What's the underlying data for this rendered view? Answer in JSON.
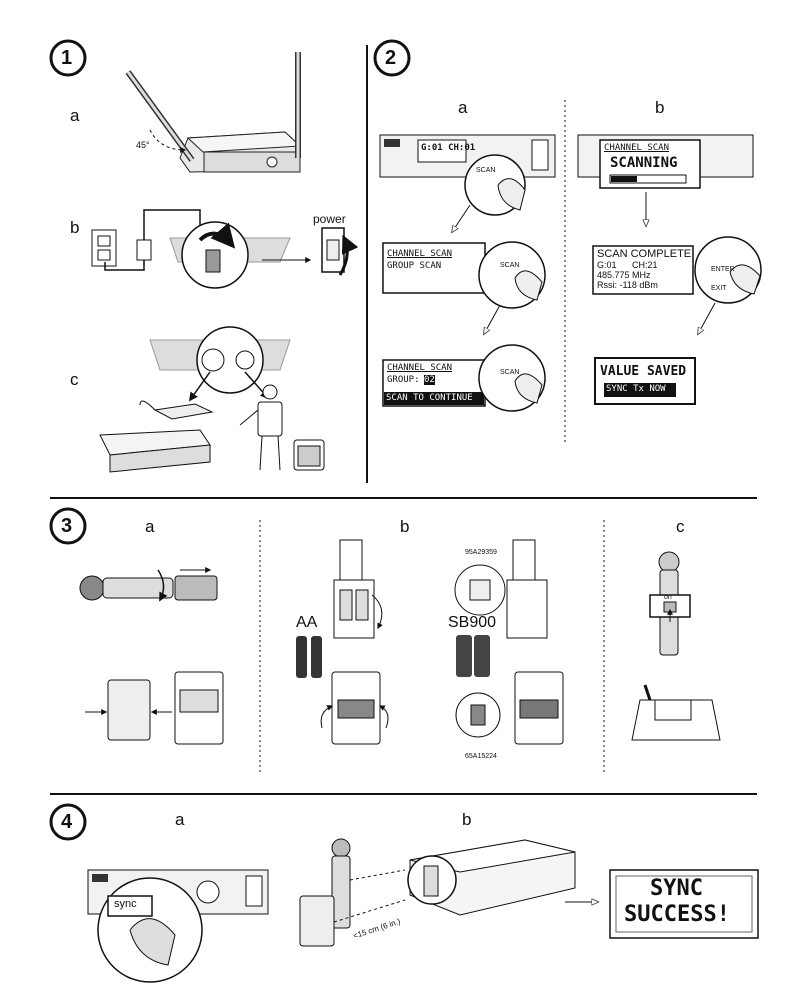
{
  "steps": {
    "s1": {
      "num": "1",
      "a": "a",
      "b": "b",
      "c": "c",
      "angle": "45°",
      "power_label": "power"
    },
    "s2": {
      "num": "2",
      "a": "a",
      "b": "b",
      "lcd_group_ch": "G:01 CH:01",
      "lcd1": {
        "l1": "CHANNEL SCAN",
        "l2": "GROUP SCAN"
      },
      "lcd2": {
        "l1": "CHANNEL SCAN",
        "l2_label": "GROUP:",
        "l2_value": "02",
        "l3": "SCAN TO CONTINUE"
      },
      "lcd3": {
        "l1": "CHANNEL SCAN",
        "l2": "SCANNING"
      },
      "lcd4": {
        "l1": "SCAN COMPLETE",
        "l2a": "G:01",
        "l2b": "CH:21",
        "l3": "485.775  MHz",
        "l4": "Rssi: -118 dBm"
      },
      "lcd5": {
        "l1": "VALUE SAVED",
        "l2": "SYNC Tx NOW"
      },
      "scan_btn": "SCAN",
      "enter_btn": "ENTER",
      "exit_btn": "EXIT"
    },
    "s3": {
      "num": "3",
      "a": "a",
      "b": "b",
      "c": "c",
      "aa": "AA",
      "sb900": "SB900",
      "part1": "95A29359",
      "part2": "65A15224",
      "on_label": "on"
    },
    "s4": {
      "num": "4",
      "a": "a",
      "b": "b",
      "sync_btn": "sync",
      "distance": "<15 cm (6 in.)",
      "lcd": {
        "l1": "SYNC",
        "l2": "SUCCESS!"
      }
    }
  }
}
